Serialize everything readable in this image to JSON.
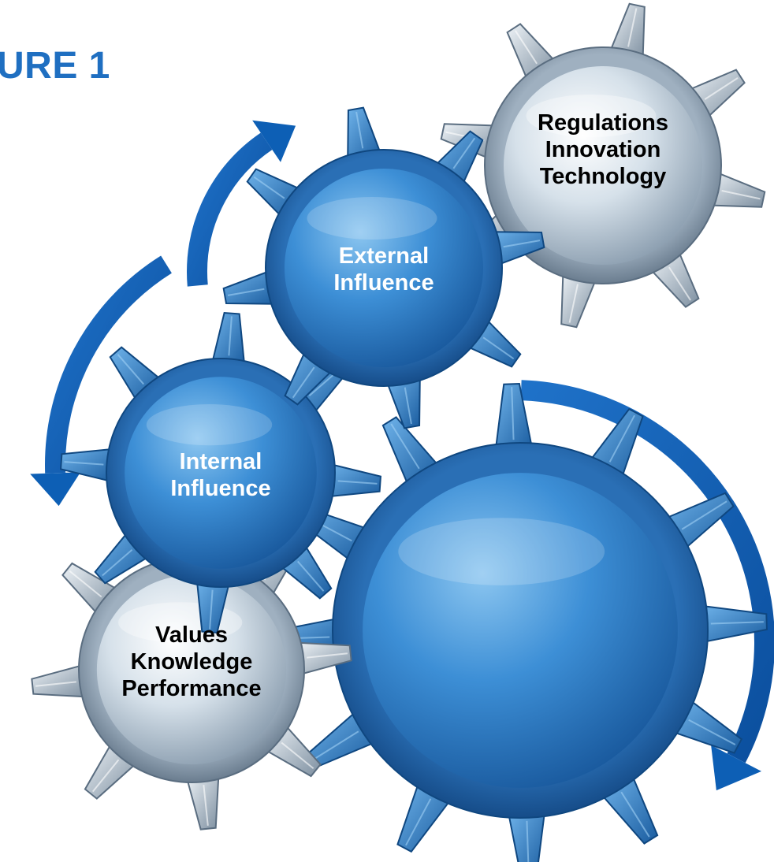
{
  "title": "URE 1",
  "gears": [
    {
      "id": "external-influence",
      "style": "blue",
      "lines": [
        "External",
        "Influence"
      ]
    },
    {
      "id": "regulations",
      "style": "grey",
      "lines": [
        "Regulations",
        "Innovation",
        "Technology"
      ]
    },
    {
      "id": "internal-influence",
      "style": "blue",
      "lines": [
        "Internal",
        "Influence"
      ]
    },
    {
      "id": "values",
      "style": "grey",
      "lines": [
        "Values",
        "Knowledge",
        "Performance"
      ]
    },
    {
      "id": "large-center",
      "style": "blue",
      "lines": []
    }
  ],
  "arrows": [
    {
      "id": "arrow-upper",
      "direction": "up"
    },
    {
      "id": "arrow-left",
      "direction": "down"
    },
    {
      "id": "arrow-right",
      "direction": "down"
    }
  ],
  "colors": {
    "title": "#1f6fc1",
    "arrow": "#0d5fb5",
    "gear_blue": "#3d8fd6",
    "gear_grey": "#aebfcf"
  }
}
